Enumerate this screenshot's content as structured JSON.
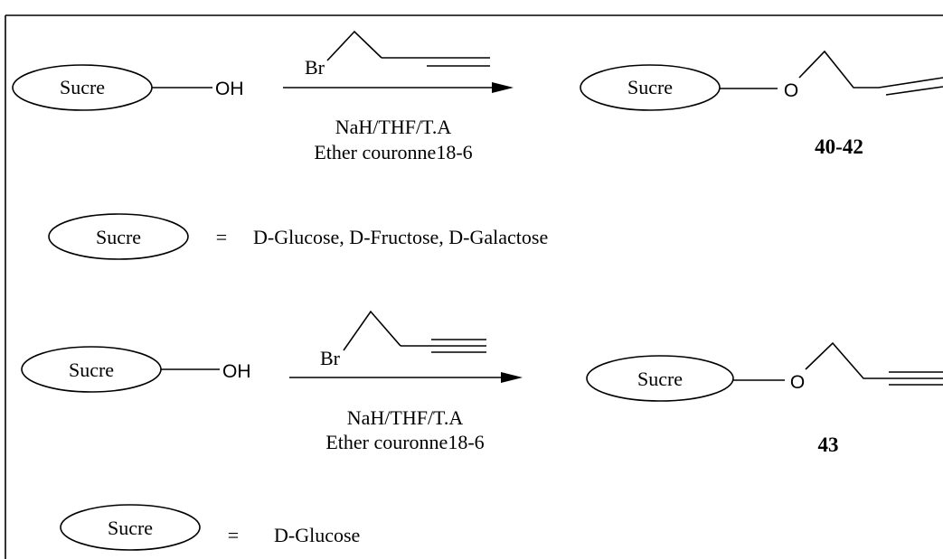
{
  "reaction1": {
    "substrate": {
      "sugar_label": "Sucre",
      "group": "OH"
    },
    "reagent": {
      "halogen": "Br",
      "chain": "allyl (C=C)"
    },
    "conditions": [
      "NaH/THF/T.A",
      "Ether couronne18-6"
    ],
    "product": {
      "sugar_label": "Sucre",
      "oxygen": "O",
      "compound_number": "40-42"
    }
  },
  "definition1": {
    "sugar_label": "Sucre",
    "equals": "=",
    "meaning": "D-Glucose, D-Fructose, D-Galactose"
  },
  "reaction2": {
    "substrate": {
      "sugar_label": "Sucre",
      "group": "OH"
    },
    "reagent": {
      "halogen": "Br",
      "chain": "propargyl (C≡C)"
    },
    "conditions": [
      "NaH/THF/T.A",
      "Ether couronne18-6"
    ],
    "product": {
      "sugar_label": "Sucre",
      "oxygen": "O",
      "compound_number": "43"
    }
  },
  "definition2": {
    "sugar_label": "Sucre",
    "equals": "=",
    "meaning": "D-Glucose"
  },
  "colors": {
    "line": "#000000",
    "background": "#ffffff"
  }
}
